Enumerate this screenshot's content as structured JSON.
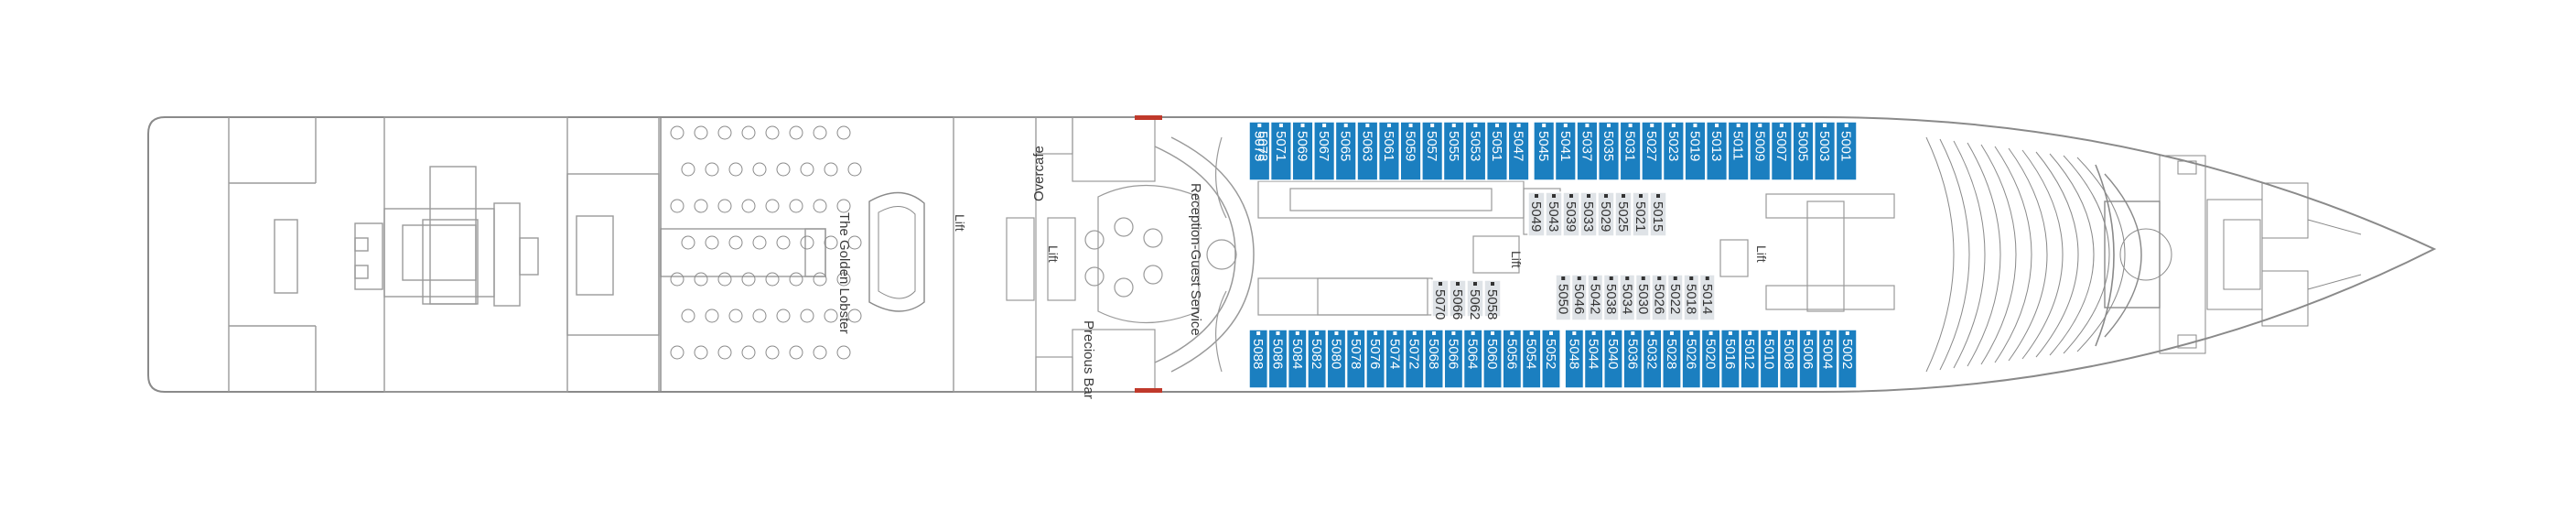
{
  "colors": {
    "cabin_blue": "#1b7fc0",
    "cabin_grey": "#dfe3e7",
    "hull_line": "#8a8a8a",
    "detail_line": "#9a9a9a",
    "door_red": "#c0392b"
  },
  "venues": {
    "overcafe": "Overcafe",
    "the_golden_lobster": "The Golden Lobster",
    "reception_guest_service": "Reception-Guest Service",
    "precious_bar": "Precious Bar"
  },
  "lifts": [
    "Lift",
    "Lift",
    "Lift",
    "Lift"
  ],
  "cabins": {
    "top_row": [
      "5075",
      "5071",
      "5069",
      "5067",
      "5065",
      "5063",
      "5061",
      "5059",
      "5057",
      "5055",
      "5053",
      "5051",
      "5047",
      "5045",
      "5041",
      "5037",
      "5035",
      "5031",
      "5027",
      "5023",
      "5019",
      "5013",
      "5011",
      "5009",
      "5007",
      "5005",
      "5003",
      "5001"
    ],
    "top_row_extra": "5073",
    "bottom_row": [
      "5088",
      "5086",
      "5084",
      "5082",
      "5080",
      "5078",
      "5076",
      "5074",
      "5072",
      "5068",
      "5066",
      "5064",
      "5060",
      "5056",
      "5054",
      "5052",
      "5048",
      "5044",
      "5040",
      "5036",
      "5032",
      "5028",
      "5026",
      "5020",
      "5016",
      "5012",
      "5010",
      "5008",
      "5006",
      "5004",
      "5002"
    ],
    "inner_left": [
      "5070",
      "5066",
      "5062",
      "5058"
    ],
    "inner_upper": [
      "5049",
      "5043",
      "5039",
      "5033",
      "5029",
      "5025",
      "5021",
      "5015"
    ],
    "inner_lower": [
      "5050",
      "5046",
      "5042",
      "5038",
      "5034",
      "5030",
      "5026",
      "5022",
      "5018",
      "5014"
    ]
  }
}
